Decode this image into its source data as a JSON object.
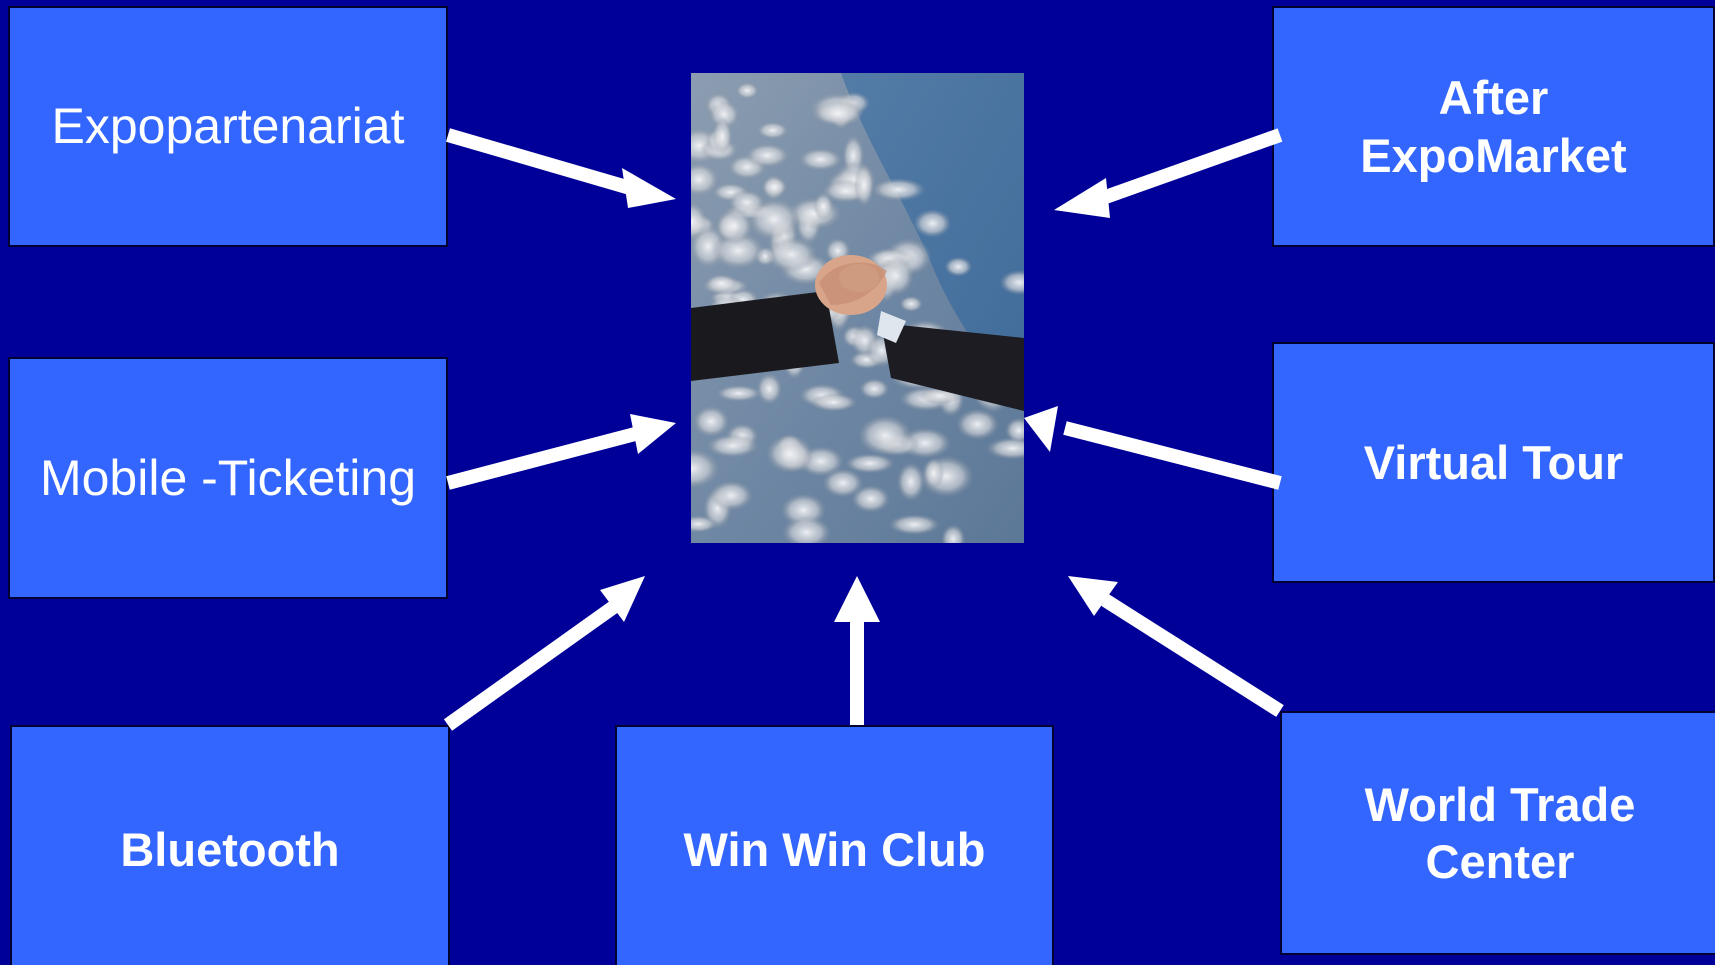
{
  "boxes": {
    "expopartenariat": "Expopartenariat",
    "mobile_ticketing": "Mobile -Ticketing",
    "bluetooth": "Bluetooth",
    "win_win_club": "Win Win Club",
    "after_expomarket": [
      "After",
      "ExpoMarket"
    ],
    "virtual_tour": "Virtual Tour",
    "world_trade_center": [
      "World Trade",
      "Center"
    ]
  },
  "center_image": {
    "subject": "two-hands-clasped-against-cloudy-sky"
  },
  "colors": {
    "background": "#000099",
    "box_fill": "#3366ff",
    "box_border": "#000033",
    "text": "#ffffff",
    "arrow": "#ffffff"
  }
}
